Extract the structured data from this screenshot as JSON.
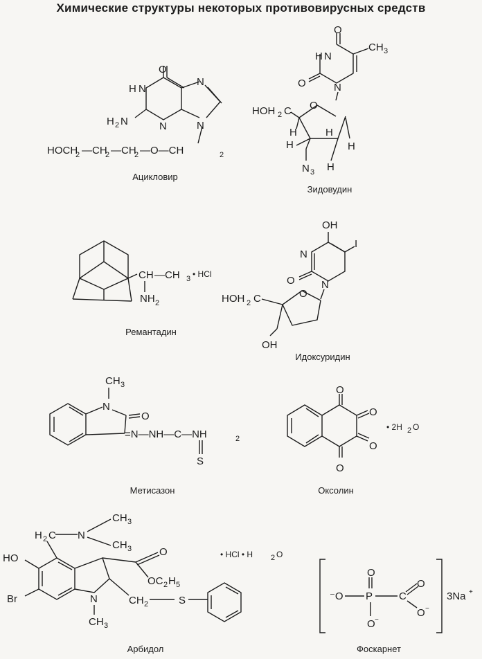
{
  "title": "Химические структуры некоторых противовирусных средств",
  "compounds": [
    {
      "id": "acyclovir",
      "name": "Ацикловир"
    },
    {
      "id": "zidovudine",
      "name": "Зидовудин"
    },
    {
      "id": "remantadine",
      "name": "Ремантадин"
    },
    {
      "id": "idoxuridine",
      "name": "Идоксуридин"
    },
    {
      "id": "metisazone",
      "name": "Метисазон"
    },
    {
      "id": "oxolin",
      "name": "Оксолин"
    },
    {
      "id": "arbidol",
      "name": "Арбидол"
    },
    {
      "id": "foscarnet",
      "name": "Фоскарнет"
    }
  ],
  "labels": {
    "acyclovir": {
      "o": "O",
      "nh": "N",
      "h": "H",
      "n": "N",
      "h2n": "H",
      "two": "2",
      "n_low": "N",
      "n9": "N",
      "n7": "N",
      "chain_a": "HOCH",
      "chain_b": "—CH",
      "chain_c": "—CH",
      "chain_d": "—O—CH",
      "sub2": "2"
    },
    "zidovudine": {
      "o": "O",
      "h": "H",
      "n": "N",
      "ch3": "CH",
      "three": "3",
      "o2": "O",
      "n1": "N",
      "hoh2c": "HOH",
      "two": "2",
      "c": "C",
      "oring": "O",
      "h_a": "H",
      "h_b": "H",
      "h_c": "H",
      "h_d": "H",
      "n3": "N",
      "sub3": "3"
    },
    "remantadine": {
      "ch": "CH",
      "ch3": "—CH",
      "three": "3",
      "hcl": "• HCl",
      "nh": "NH",
      "two": "2"
    },
    "idoxuridine": {
      "oh": "OH",
      "i": "I",
      "n": "N",
      "o": "O",
      "n1": "N",
      "hoh": "HOH",
      "two": "2",
      "c": "C",
      "oring": "O",
      "oh2": "OH"
    },
    "metisazone": {
      "ch": "CH",
      "three": "3",
      "n": "N",
      "o": "O",
      "chain": "=N—NH—C—NH",
      "two": "2",
      "s": "S"
    },
    "oxolin": {
      "o1": "O",
      "o2": "O",
      "o3": "O",
      "o4": "O",
      "water": "• 2H",
      "two": "2",
      "o_w": "O"
    },
    "arbidol": {
      "h2c": "H",
      "two": "2",
      "c": "C",
      "n": "N",
      "ch3a": "CH",
      "ch3b": "CH",
      "three": "3",
      "ho": "HO",
      "br": "Br",
      "o": "O",
      "oc2h5": "OC",
      "c2": "2",
      "h5": "H",
      "five": "5",
      "n1": "N",
      "ch3c": "CH",
      "ch2s": "CH",
      "s": "S",
      "hcl": "•  HCl • H",
      "two_w": "2",
      "o_w": "O"
    },
    "foscarnet": {
      "o_minus": "⁻O",
      "p": "P",
      "c": "C",
      "o_top": "O",
      "o_r": "O",
      "o_bottom": "O",
      "o_minus2": "O",
      "minus": "−",
      "na": "3Na",
      "plus": "+"
    }
  }
}
